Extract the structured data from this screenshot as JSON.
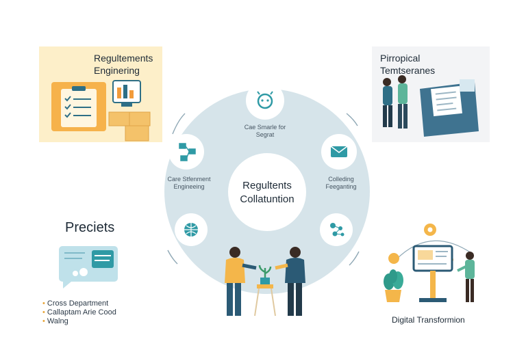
{
  "top_left": {
    "title_line1": "Regultements",
    "title_line2": "Enginering"
  },
  "top_right": {
    "title_line1": "Pirropical",
    "title_line2": "Temtseranes"
  },
  "center": {
    "line1": "Regultents",
    "line2": "Collatuntion"
  },
  "nodes": {
    "top": {
      "line1": "Cae Smarle for",
      "line2": "Segrat"
    },
    "left": {
      "line1": "Care Stfenment",
      "line2": "Engineeing"
    },
    "right": {
      "line1": "Colleding",
      "line2": "Feeganting"
    }
  },
  "bottom_left": {
    "title": "Preciets",
    "bullets": [
      "Cross Department",
      "Callaptam Arie Cood",
      "Walng"
    ]
  },
  "bottom_right": {
    "label": "Digital Transformion"
  },
  "colors": {
    "ring": "#d6e4ea",
    "teal": "#2f9aa5",
    "amber": "#f4b64a",
    "navy": "#2b5a75"
  }
}
